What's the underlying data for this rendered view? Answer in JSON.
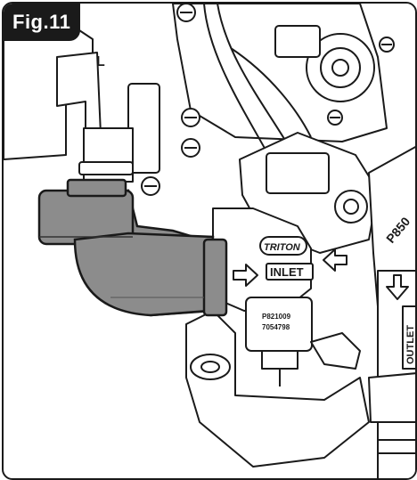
{
  "figure": {
    "label": "Fig.11"
  },
  "labels": {
    "brand": "TRITON",
    "inlet": "INLET",
    "outlet": "OUTLET",
    "part_l": "L",
    "code_right": "P850",
    "code_1": "P821009",
    "code_2": "7054798"
  },
  "colors": {
    "elbow_fill": "#8c8c8c",
    "line": "#1a1a1a",
    "background": "#ffffff"
  }
}
